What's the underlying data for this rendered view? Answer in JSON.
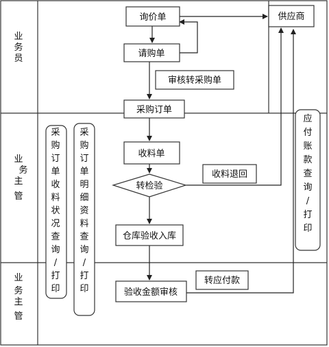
{
  "lanes": [
    {
      "id": "salesperson",
      "chars": [
        "业",
        "务",
        "员"
      ]
    },
    {
      "id": "supervisor-1",
      "chars": [
        "业",
        "务",
        "主",
        "管"
      ]
    },
    {
      "id": "supervisor-2",
      "chars": [
        "业",
        "务",
        "主",
        "管"
      ]
    }
  ],
  "nodes": {
    "inquiry": "询价单",
    "requisition": "请购单",
    "to_purchase": "审核转采购单",
    "purchase_order": "采购订单",
    "receipt": "收料单",
    "inspection": "转检验",
    "return": "收料退回",
    "warehouse_in": "仓库验收入库",
    "amount_review": "验收金额审核",
    "to_payable": "转应付款",
    "supplier": "供应商"
  },
  "side_panels": {
    "po_receipt_status": [
      "采",
      "购",
      "订",
      "单",
      "收",
      "料",
      "状",
      "况",
      "查",
      "询",
      "/",
      "打",
      "印"
    ],
    "po_detail": [
      "采",
      "购",
      "订",
      "单",
      "明",
      "细",
      "资",
      "料",
      "查",
      "询",
      "/",
      "打",
      "印"
    ],
    "payable_query": [
      "应",
      "付",
      "账",
      "款",
      "查",
      "询",
      "/",
      "打",
      "印"
    ]
  }
}
